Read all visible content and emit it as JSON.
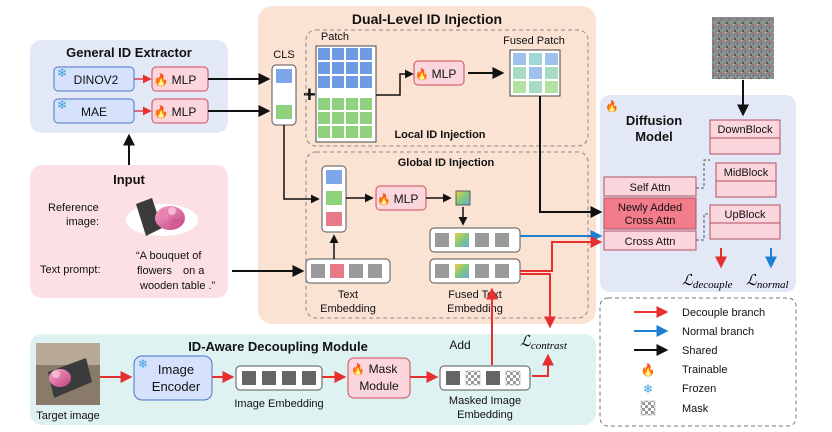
{
  "colors": {
    "decouple": "#e63030",
    "normal": "#1e7fd0",
    "shared": "#111111",
    "trainable": "#ff5a1f",
    "frozen": "#3aa0e0",
    "panel_blue": "#e3e8f7",
    "panel_pink": "#fbe1e4",
    "panel_peach": "#fbe3d3",
    "panel_teal": "#dff2f2",
    "box_blue": "#d6e2fb",
    "box_pink": "#fbd6dc"
  },
  "general_extractor": {
    "title": "General ID Extractor",
    "dino": "DINOV2",
    "mae": "MAE",
    "mlp1": "MLP",
    "mlp2": "MLP"
  },
  "input": {
    "title": "Input",
    "ref_label_1": "Reference",
    "ref_label_2": "image:",
    "text_label": "Text prompt:",
    "prompt_line1": "“A bouquet of",
    "prompt_word_red": "flowers",
    "prompt_line2_rest": "on a",
    "prompt_line3": "wooden table .”"
  },
  "dual_level": {
    "title": "Dual-Level ID Injection",
    "cls": "CLS",
    "patch": "Patch",
    "fused_patch": "Fused Patch",
    "mlp_local": "MLP",
    "local_title": "Local ID  Injection",
    "global_title": "Global ID  Injection",
    "mlp_global": "MLP",
    "text_embedding_1": "Text",
    "text_embedding_2": "Embedding",
    "fused_text_1": "Fused Text",
    "fused_text_2": "Embedding",
    "plus": "+"
  },
  "diffusion": {
    "title_1": "Diffusion",
    "title_2": "Model",
    "down": "DownBlock",
    "mid": "MidBlock",
    "up": "UpBlock",
    "self_attn": "Self Attn",
    "new_cross_1": "Newly Added",
    "new_cross_2": "Cross Attn",
    "cross_attn": "Cross Attn",
    "loss_decouple_sym": "ℒ",
    "loss_decouple_sub": "decouple",
    "loss_normal_sym": "ℒ",
    "loss_normal_sub": "normal"
  },
  "contrast": {
    "sym": "ℒ",
    "sub": "contrast",
    "add": "Add"
  },
  "decoupling": {
    "title": "ID-Aware Decoupling Module",
    "target": "Target image",
    "image_encoder_1": "Image",
    "image_encoder_2": "Encoder",
    "image_embedding": "Image Embedding",
    "mask_module_1": "Mask",
    "mask_module_2": "Module",
    "masked_1": "Masked Image",
    "masked_2": "Embedding"
  },
  "legend": {
    "decouple": "Decouple branch",
    "normal": "Normal branch",
    "shared": "Shared",
    "trainable": "Trainable",
    "frozen": "Frozen",
    "mask": "Mask"
  }
}
